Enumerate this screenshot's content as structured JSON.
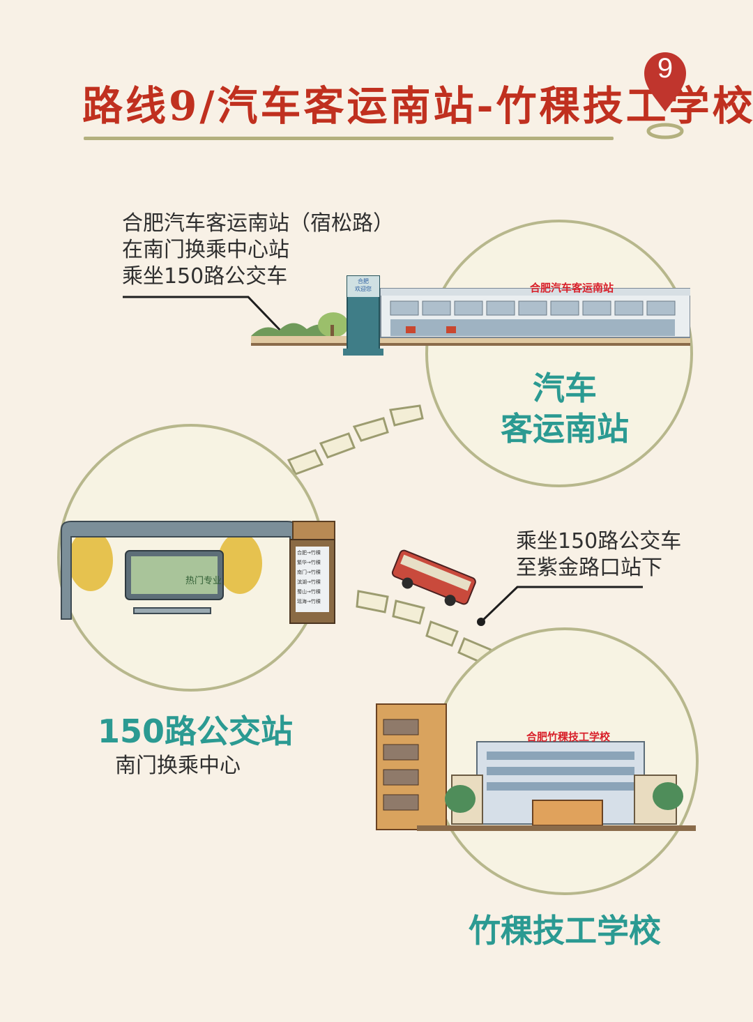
{
  "header": {
    "title": "路线9/汽车客运南站-竹稞技工学校",
    "route_number": "9"
  },
  "stops": {
    "start": {
      "note_lines": [
        "合肥汽车客运南站（宿松路）",
        "在南门换乘中心站",
        "乘坐150路公交车"
      ],
      "name_line1": "汽车",
      "name_line2": "客运南站",
      "building_sign": "合肥汽车客运南站",
      "tower_sign_line1": "合肥",
      "tower_sign_line2": "欢迎您"
    },
    "transfer": {
      "name": "150路公交站",
      "subtitle": "南门换乘中心",
      "billboard_text": "热门专业",
      "route_board": [
        "合肥→竹稞",
        "繁华→竹稞",
        "南门→竹稞",
        "滨湖→竹稞",
        "蜀山→竹稞",
        "瑶海→竹稞"
      ]
    },
    "end": {
      "note_lines": [
        "乘坐150路公交车",
        "至紫金路口站下"
      ],
      "name": "竹稞技工学校",
      "building_sign": "合肥竹稞技工学校"
    }
  },
  "colors": {
    "background": "#f8f1e6",
    "title": "#c0301f",
    "stop_name": "#2b9a92",
    "circle_border": "#b7b78c",
    "pin": "#c0352d"
  }
}
